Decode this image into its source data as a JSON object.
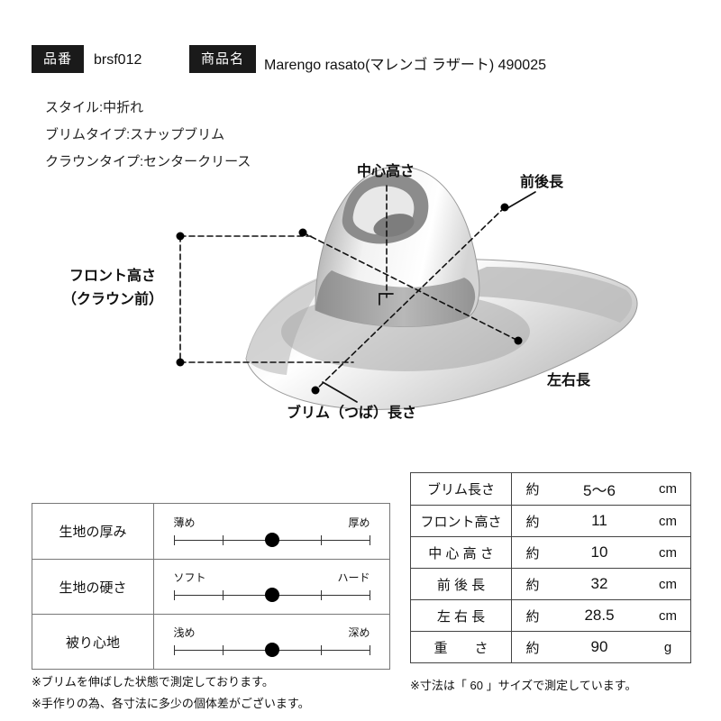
{
  "header": {
    "item_label": "品番",
    "item_value": "brsf012",
    "name_label": "商品名",
    "name_value": "Marengo rasato(マレンゴ ラザート) 490025"
  },
  "style_info": {
    "lines": [
      "スタイル:中折れ",
      "ブリムタイプ:スナップブリム",
      "クラウンタイプ:センタークリース"
    ]
  },
  "diagram": {
    "center_height": "中心高さ",
    "front_back": "前後長",
    "front_height_line1": "フロント高さ",
    "front_height_line2": "（クラウン前）",
    "left_right": "左右長",
    "brim_length": "ブリム（つば）長さ"
  },
  "sliders": {
    "rows": [
      {
        "label": "生地の厚み",
        "min": "薄め",
        "max": "厚め",
        "value": 50
      },
      {
        "label": "生地の硬さ",
        "min": "ソフト",
        "max": "ハード",
        "value": 50
      },
      {
        "label": "被り心地",
        "min": "浅め",
        "max": "深め",
        "value": 50
      }
    ]
  },
  "spec_table": {
    "approx": "約",
    "rows": [
      {
        "name": "ブリム長さ",
        "value": "5～6",
        "unit": "cm"
      },
      {
        "name": "フロント高さ",
        "value": "11",
        "unit": "cm"
      },
      {
        "name": "中 心 高 さ",
        "value": "10",
        "unit": "cm"
      },
      {
        "name": "前 後 長",
        "value": "32",
        "unit": "cm"
      },
      {
        "name": "左 右 長",
        "value": "28.5",
        "unit": "cm"
      },
      {
        "name": "重　　さ",
        "value": "90",
        "unit": "g"
      }
    ]
  },
  "footnotes": {
    "left": [
      "※ブリムを伸ばした状態で測定しております。",
      "※手作りの為、各寸法に多少の個体差がございます。"
    ],
    "right": "※寸法は「 60 」サイズで測定しています。"
  }
}
